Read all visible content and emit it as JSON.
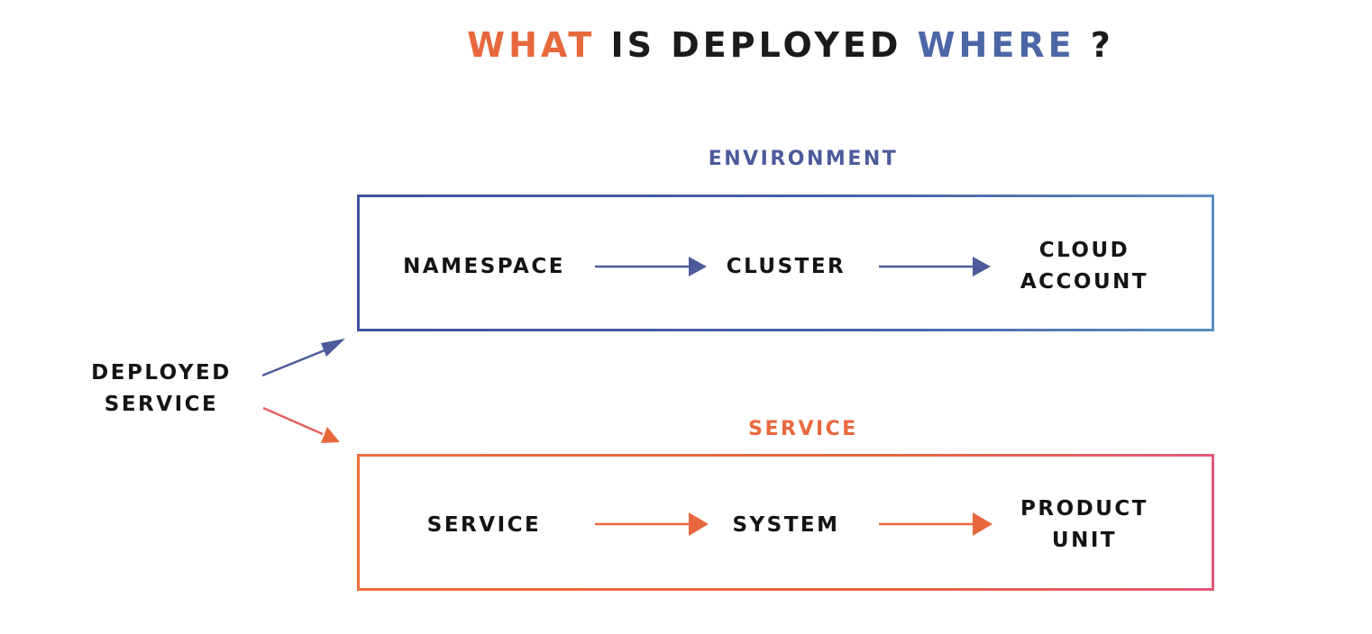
{
  "title": {
    "part1": "WHAT",
    "part2": " IS DEPLOYED ",
    "part3": "WHERE",
    "part4": " ?"
  },
  "source": {
    "label": "DEPLOYED\nSERVICE"
  },
  "environment": {
    "label": "ENVIRONMENT",
    "nodes": [
      "NAMESPACE",
      "CLUSTER",
      "CLOUD\nACCOUNT"
    ]
  },
  "service": {
    "label": "SERVICE",
    "nodes": [
      "SERVICE",
      "SYSTEM",
      "PRODUCT\nUNIT"
    ]
  },
  "colors": {
    "orange": "#e8683e",
    "blue": "#4d67a6",
    "text": "#141414"
  }
}
